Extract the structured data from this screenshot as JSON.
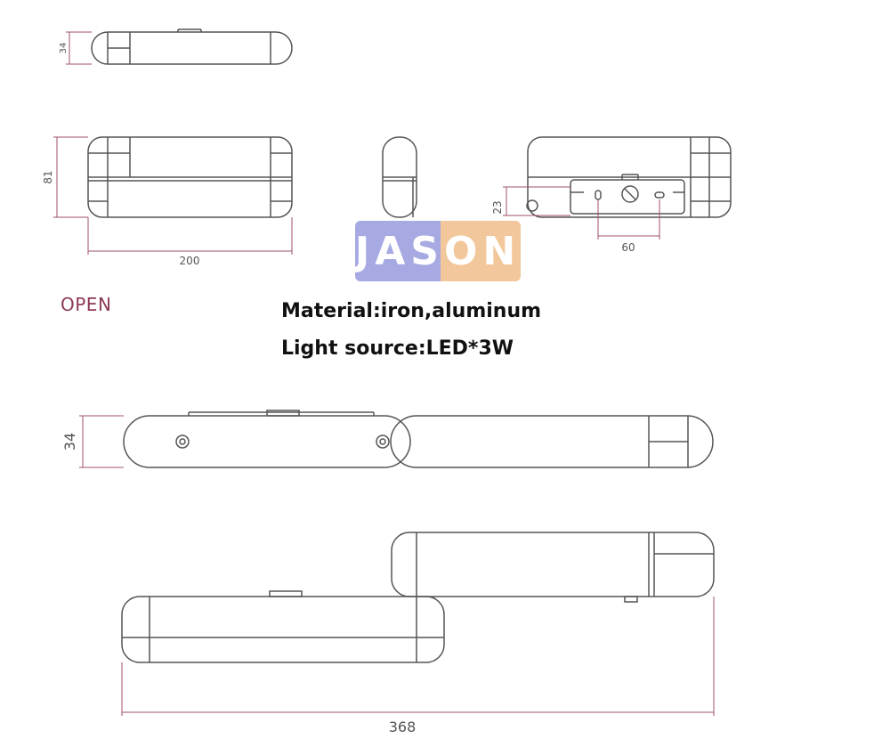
{
  "labels": {
    "open": "OPEN",
    "material": "Material:iron,aluminum",
    "light_source": "Light source:LED*3W"
  },
  "dimensions": {
    "top_view_height": "34",
    "front_height": "81",
    "front_width": "200",
    "mount_offset": "23",
    "mount_spacing": "60",
    "open_height": "34",
    "open_length": "368"
  },
  "watermark": {
    "text": "JASON"
  },
  "colors": {
    "line": "#555555",
    "dimension": "#a0526a",
    "open_label": "#8c3a54",
    "watermark_left": "#a7a9e3",
    "watermark_right": "#f2c79b"
  }
}
